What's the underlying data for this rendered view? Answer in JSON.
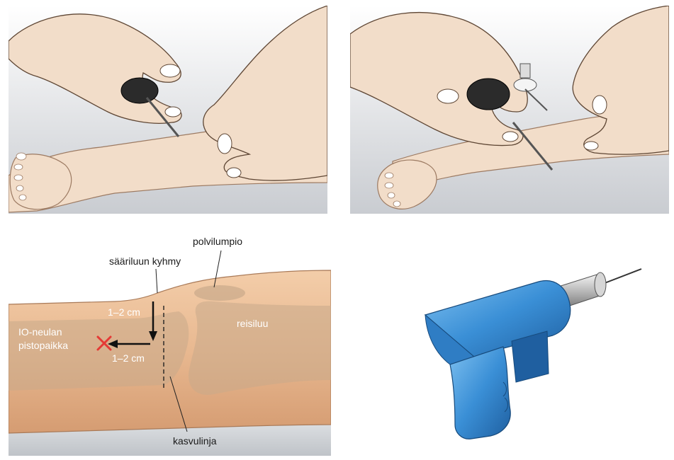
{
  "knee_diagram": {
    "label_patella": "polvilumpio",
    "label_tibial_tuberosity": "sääriluun kyhmy",
    "label_distance_vertical": "1–2 cm",
    "label_distance_horizontal": "1–2 cm",
    "label_insertion_line1": "IO-neulan",
    "label_insertion_line2": "pistopaikka",
    "label_femur": "reisiluu",
    "label_growth_plate": "kasvulinja",
    "marker_color": "#e53935"
  },
  "colors": {
    "skin": "#f2ddc9",
    "skin_shade": "#d9b89b",
    "leg": "#e8b890",
    "bone": "#c9a98a",
    "background_grey": "#dde0e4",
    "drill_blue": "#3a8fd6",
    "drill_dark": "#1f5fa0"
  }
}
